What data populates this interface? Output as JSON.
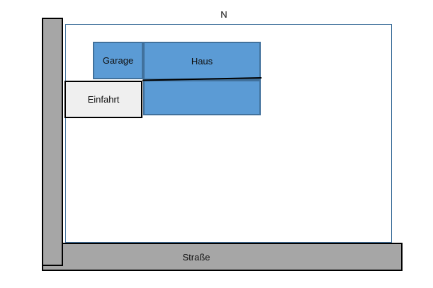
{
  "diagram": {
    "title": "site-plan",
    "north_label": "N",
    "street_label": "Straße",
    "shapes": {
      "garage": {
        "label": "Garage"
      },
      "haus": {
        "label": "Haus"
      },
      "einfahrt": {
        "label": "Einfahrt"
      }
    },
    "colors": {
      "building_fill": "#5B9BD5",
      "building_border": "#41719C",
      "plot_border": "#41719C",
      "road_fill": "#A6A6A6",
      "road_border": "#000000",
      "driveway_fill": "#EFEFEF",
      "background": "#FFFFFF"
    }
  }
}
